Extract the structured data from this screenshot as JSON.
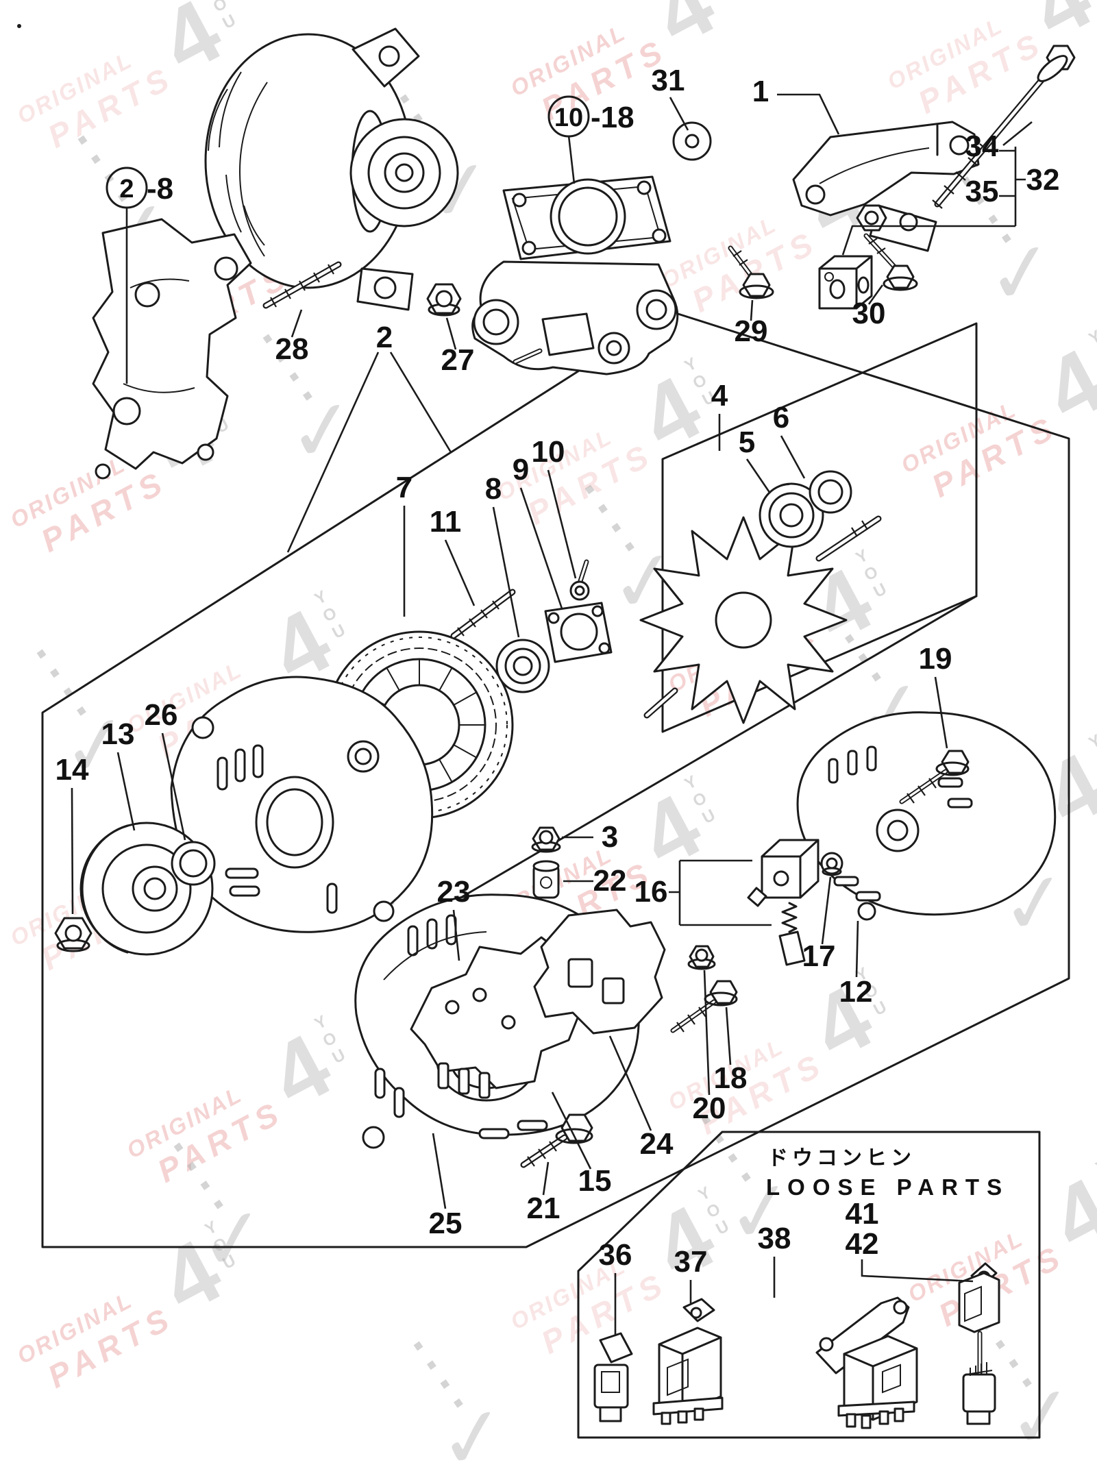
{
  "diagram": {
    "kind": "exploded-parts-diagram",
    "subject": "alternator assembly with mounting brackets and loose electrical parts",
    "line_color": "#1b1b1b",
    "background": "#ffffff"
  },
  "watermark": {
    "word1": "ORIGINAL",
    "word2": "PARTS",
    "numeral": "4",
    "stack": "YOU",
    "check": "✓",
    "dots": "▪ ▪ ▪ ▪",
    "pink": "#e89696",
    "gray": "#aaaaaa"
  },
  "loose_parts": {
    "title_jp": "ドウコンヒン",
    "title_en": "LOOSE PARTS"
  },
  "callouts": {
    "k1": "1",
    "k2": "2",
    "k2c": "2",
    "k2s": "-8",
    "k3": "3",
    "k4": "4",
    "k5": "5",
    "k6": "6",
    "k7": "7",
    "k8": "8",
    "k9": "9",
    "k10c": "10",
    "k10s": "-18",
    "k10": "10",
    "k11": "11",
    "k12": "12",
    "k13": "13",
    "k14": "14",
    "k15": "15",
    "k16": "16",
    "k17": "17",
    "k18": "18",
    "k19": "19",
    "k20": "20",
    "k21": "21",
    "k22": "22",
    "k23": "23",
    "k24": "24",
    "k25": "25",
    "k26": "26",
    "k27": "27",
    "k28": "28",
    "k29": "29",
    "k30": "30",
    "k31": "31",
    "k32": "32",
    "k34": "34",
    "k35": "35",
    "k36": "36",
    "k37": "37",
    "k38": "38",
    "k41": "41",
    "k42": "42"
  }
}
